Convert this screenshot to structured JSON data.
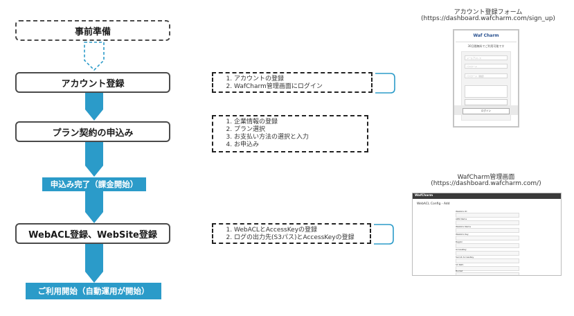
{
  "steps": {
    "preparation": "事前準備",
    "account": "アカウント登録",
    "apply": "プラン契約の申込み",
    "billing_start": "申込み完了（課金開始）",
    "webacl": "WebACL登録、WebSite登録",
    "start_use": "ご利用開始（自動運用が開始）"
  },
  "notes": {
    "account": [
      "アカウントの登録",
      "WafCharm管理画面にログイン"
    ],
    "apply": [
      "企業情報の登録",
      "プラン選択",
      "お支払い方法の選択と入力",
      "お申込み"
    ],
    "webacl": [
      "WebACLとAccessKeyの登録",
      "ログの出力先(S3パス)とAccessKeyの登録"
    ]
  },
  "captions": {
    "signup_title": "アカウント登録フォーム",
    "signup_url": "(https://dashboard.wafcharm.com/sign_up)",
    "dashboard_title": "WafCharm管理画面",
    "dashboard_url": "(https://dashboard.wafcharm.com/)"
  },
  "signup_mock": {
    "logo": "Waf Charm",
    "title": "30日間無料でご利用可能です",
    "fields": [
      "メールアドレス",
      "パスワード",
      "パスワード（確認）"
    ],
    "register_btn": "登録",
    "login_btn": "ログイン"
  },
  "dashboard_mock": {
    "brand": "WafCharm",
    "title": "WebACL Config - Add",
    "fields": [
      "WebACL ID",
      "ARN Name",
      "WebACL Name",
      "WebACL Key",
      "Region",
      "AccessKey",
      "Secret AccessKey",
      "S3 Path",
      "Bucket"
    ]
  },
  "colors": {
    "accent": "#2b9bc9",
    "box_border": "#4a4a4a",
    "bracket": "#2b9bc9"
  }
}
